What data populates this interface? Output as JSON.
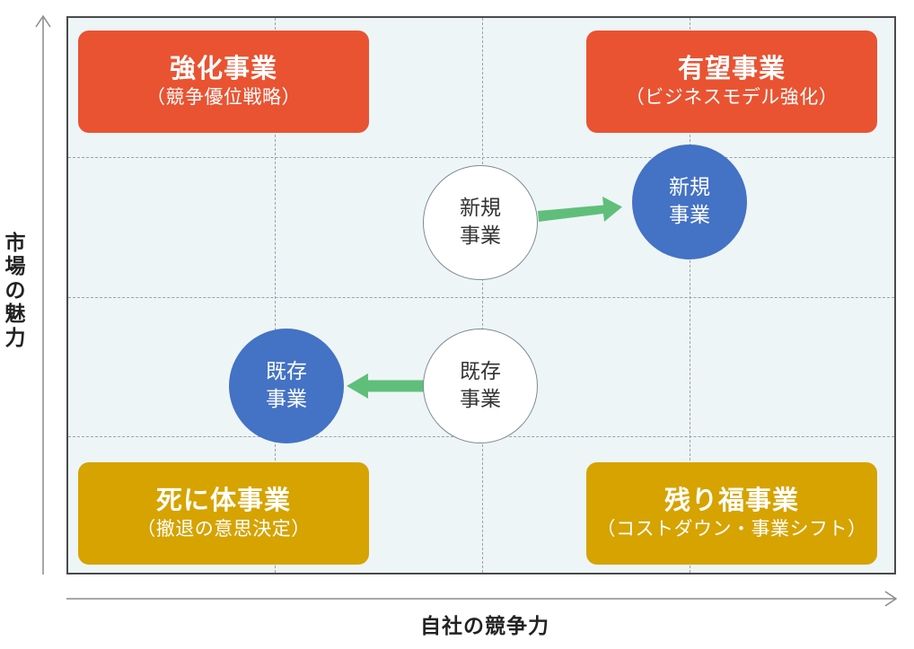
{
  "quadrants": {
    "top_left": {
      "title": "強化事業",
      "subtitle": "（競争優位戦略）",
      "color": "#e95332"
    },
    "top_right": {
      "title": "有望事業",
      "subtitle": "（ビジネスモデル強化）",
      "color": "#e95332"
    },
    "bottom_left": {
      "title": "死に体事業",
      "subtitle": "（撤退の意思決定）",
      "color": "#d6a300"
    },
    "bottom_right": {
      "title": "残り福事業",
      "subtitle": "（コストダウン・事業シフト）",
      "color": "#d6a300"
    }
  },
  "nodes": {
    "new_from": {
      "line1": "新規",
      "line2": "事業"
    },
    "new_to": {
      "line1": "新規",
      "line2": "事業"
    },
    "existing_from": {
      "line1": "既存",
      "line2": "事業"
    },
    "existing_to": {
      "line1": "既存",
      "line2": "事業"
    }
  },
  "axes": {
    "y_chars": [
      "市",
      "場",
      "の",
      "魅",
      "力"
    ],
    "x_title": "自社の競争力"
  },
  "colors": {
    "grid_bg": "#eef5f7",
    "arrow": "#5fbf7a",
    "circle_blue": "#4472c4"
  }
}
